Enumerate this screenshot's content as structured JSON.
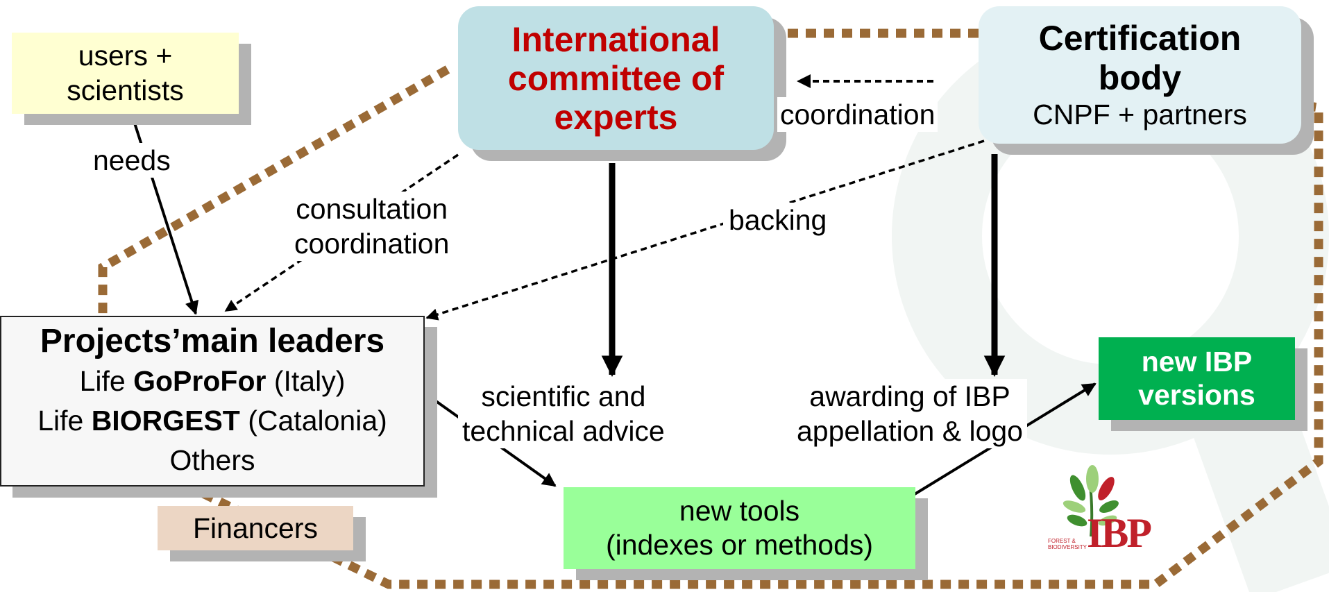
{
  "colors": {
    "boundary": "#9a6a36",
    "committee_fill": "#bfe0e5",
    "committee_text": "#c00000",
    "certification_fill": "#e3f1f4",
    "users_fill": "#ffffd2",
    "leaders_fill": "#f7f7f7",
    "financers_fill": "#ecd6c4",
    "tools_fill": "#99ff99",
    "ibp_fill": "#00b050",
    "shadow": "#b3b3b3"
  },
  "nodes": {
    "users": {
      "line1": "users +",
      "line2": "scientists"
    },
    "committee": {
      "line1": "International",
      "line2": "committee of",
      "line3": "experts"
    },
    "certification": {
      "title_line1": "Certification",
      "title_line2": "body",
      "subtitle": "CNPF + partners"
    },
    "leaders": {
      "title": "Projects’main leaders",
      "row1_prefix": "Life ",
      "row1_bold": "GoProFor",
      "row1_suffix": " (Italy)",
      "row2_prefix": "Life ",
      "row2_bold": "BIORGEST",
      "row2_suffix": " (Catalonia)",
      "row3": "Others"
    },
    "financers": {
      "label": "Financers"
    },
    "tools": {
      "line1": "new tools",
      "line2": "(indexes or methods)"
    },
    "ibp_versions": {
      "line1": "new IBP",
      "line2": "versions"
    }
  },
  "edges": {
    "needs": "needs",
    "coordination": "coordination",
    "consultation_line1": "consultation",
    "consultation_line2": "coordination",
    "backing": "backing",
    "advice_line1": "scientific and",
    "advice_line2": "technical advice",
    "awarding_line1": "awarding of IBP",
    "awarding_line2": "appellation & logo"
  },
  "logo": {
    "text": "IBP",
    "caption_line1": "FOREST &",
    "caption_line2": "BIODIVERSITY",
    "icon": "ibp-tree-logo"
  },
  "background_icon": "ibp-watermark-icon"
}
